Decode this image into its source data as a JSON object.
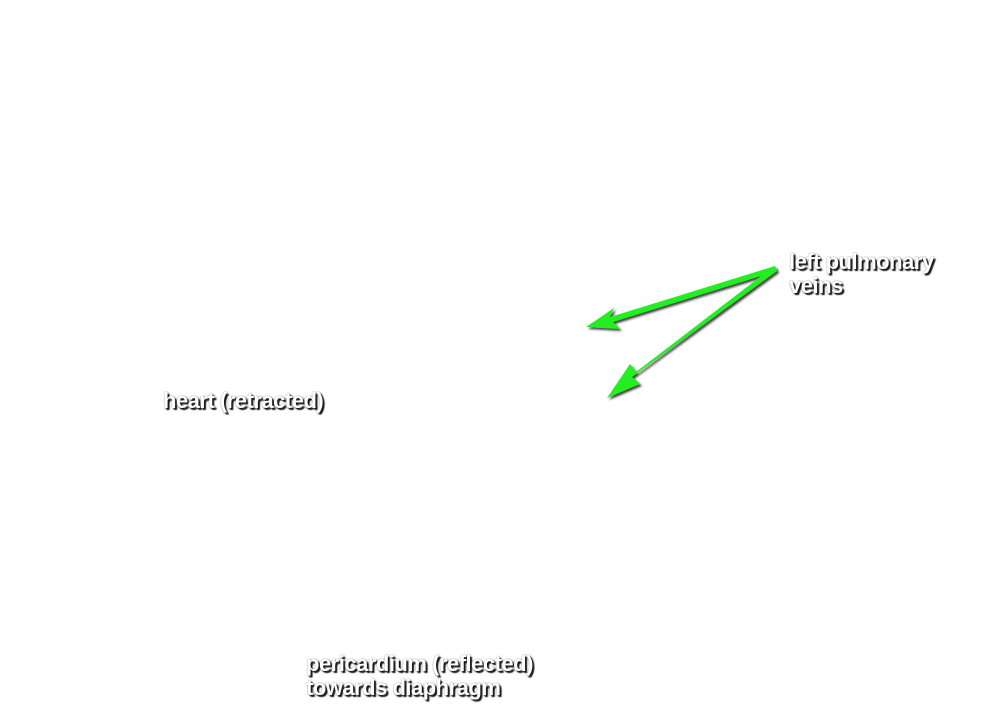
{
  "labels": {
    "pulmonary": {
      "line1": "left pulmonary",
      "line2": "veins"
    },
    "heart": {
      "line1": "heart (retracted)"
    },
    "pericardium": {
      "line1": "pericardium (reflected)",
      "line2": "towards diaphragm"
    }
  },
  "colors": {
    "arrow": "#22ee22",
    "label_text": "#ffffff",
    "label_shadow": "#000000"
  },
  "icons": {
    "arrow_upper": "arrow-icon",
    "arrow_lower": "arrow-icon"
  }
}
